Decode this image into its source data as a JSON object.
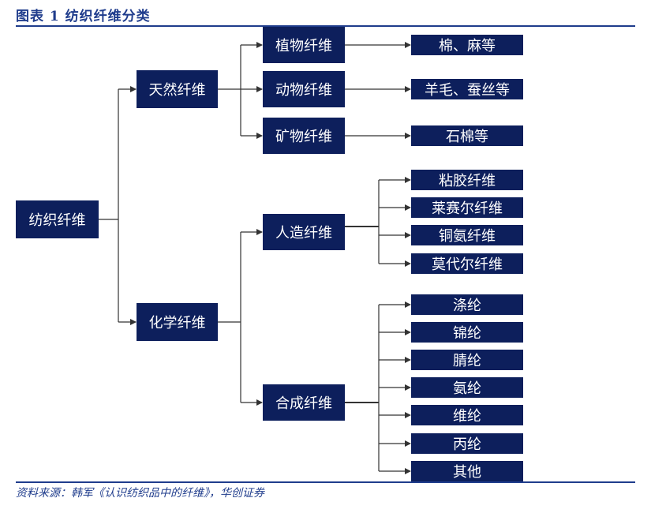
{
  "title": "图表 1  纺织纤维分类",
  "source": "资料来源：韩军《认识纺织品中的纤维》，华创证券",
  "colors": {
    "box": "#0d1f5c",
    "title": "#1f3c8c",
    "line": "#333333"
  },
  "nodes": {
    "root": "纺织纤维",
    "natural": "天然纤维",
    "chemical": "化学纤维",
    "plant": "植物纤维",
    "animal": "动物纤维",
    "mineral": "矿物纤维",
    "plant_ex": "棉、麻等",
    "animal_ex": "羊毛、蚕丝等",
    "mineral_ex": "石棉等",
    "manmade": "人造纤维",
    "synthetic": "合成纤维",
    "viscose": "粘胶纤维",
    "lyocell": "莱赛尔纤维",
    "cupro": "铜氨纤维",
    "modal": "莫代尔纤维",
    "polyester": "涤纶",
    "nylon": "锦纶",
    "acrylic": "腈纶",
    "spandex": "氨纶",
    "vinylon": "维纶",
    "polypropylene": "丙纶",
    "other": "其他"
  }
}
